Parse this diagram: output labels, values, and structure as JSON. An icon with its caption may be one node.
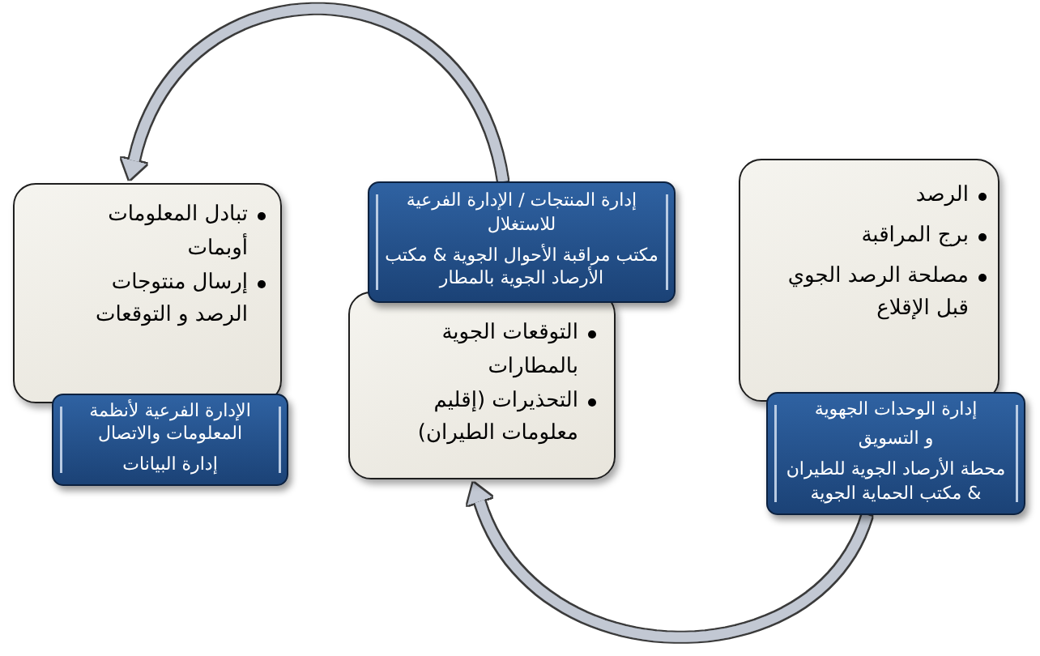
{
  "diagram": {
    "nodes": [
      {
        "text": [
          "الرصد",
          "برج المراقبة",
          "مصلحة الرصد الجوي قبل الإقلاع"
        ]
      },
      {
        "text": [
          "إدارة الوحدات الجهوية",
          "و التسويق",
          "محطة الأرصاد الجوية للطيران & مكتب الحماية الجوية"
        ]
      },
      {
        "text": [
          "التوقعات الجوية بالمطارات",
          "التحذيرات (إقليم معلومات الطيران)"
        ]
      },
      {
        "text": [
          "إدارة المنتجات / الإدارة الفرعية للاستغلال",
          "مكتب مراقبة الأحوال الجوية & مكتب الأرصاد الجوية بالمطار"
        ]
      },
      {
        "text": [
          "تبادل المعلومات أوبمات",
          "إرسال منتوجات الرصد و التوقعات"
        ]
      },
      {
        "text": [
          "الإدارة الفرعية لأنظمة المعلومات والاتصال",
          "إدارة البيانات"
        ]
      }
    ],
    "edges": [
      {
        "from": 1,
        "to": 2,
        "arrow": "to"
      },
      {
        "from": 3,
        "to": 4,
        "arrow": "to"
      }
    ]
  }
}
